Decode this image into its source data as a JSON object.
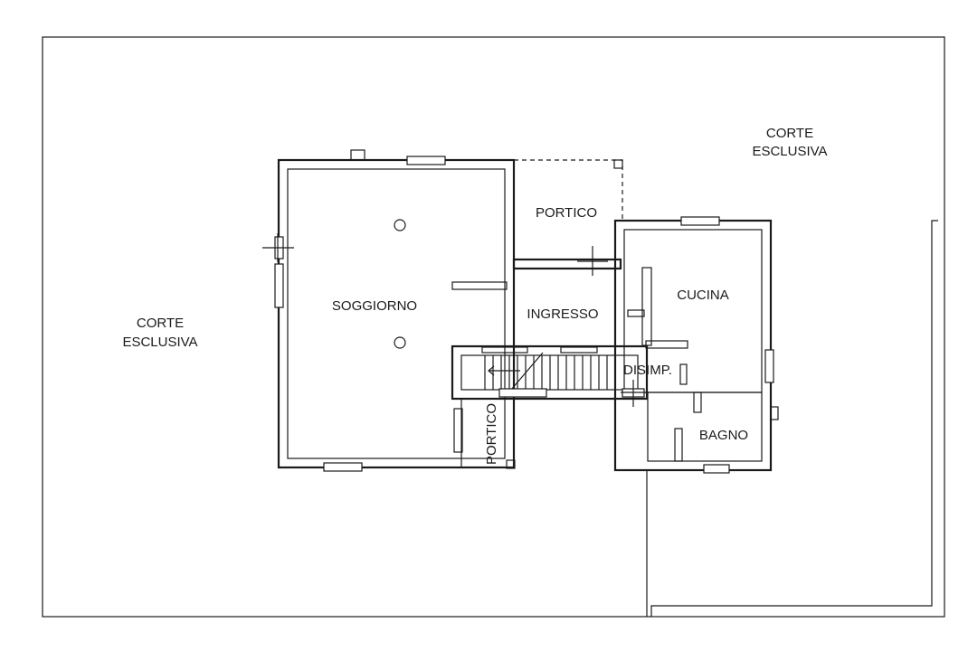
{
  "rooms": {
    "corte_left_1": "CORTE",
    "corte_left_2": "ESCLUSIVA",
    "corte_right_1": "CORTE",
    "corte_right_2": "ESCLUSIVA",
    "soggiorno": "SOGGIORNO",
    "portico_top": "PORTICO",
    "ingresso": "INGRESSO",
    "cucina": "CUCINA",
    "disimp": "DISIMP.",
    "bagno": "BAGNO",
    "portico_bottom": "PORTICO"
  }
}
